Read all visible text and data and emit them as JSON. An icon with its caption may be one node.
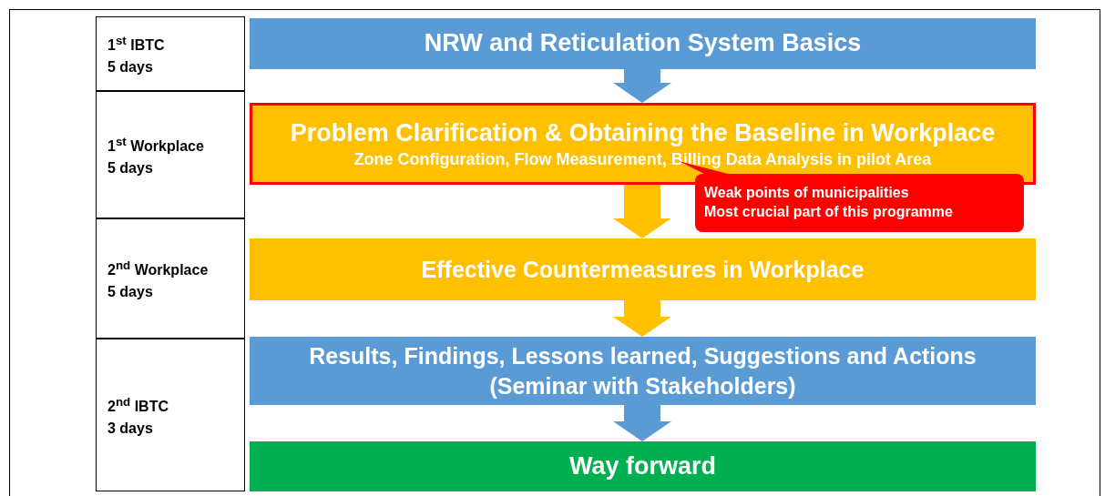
{
  "diagram": {
    "nodes": [
      {
        "text": [
          "1$^{st}$ IBTC",
          "5 days"
        ]
      },
      {
        "text": [
          "NRW and Reticulation System Basics"
        ]
      },
      {
        "text": [
          "1$^{st}$ Workplace",
          "5 days"
        ]
      },
      {
        "text": [
          "Problem Clarification & Obtaining the Baseline in Workplace",
          "Zone Configuration, Flow Measurement, Billing Data Analysis in pilot Area"
        ]
      },
      {
        "text": [
          "Weak points of municipalities",
          "Most crucial part of this programme"
        ]
      },
      {
        "text": [
          "2$^{nd}$ Workplace",
          "5 days"
        ]
      },
      {
        "text": [
          "Effective Countermeasures in Workplace"
        ]
      },
      {
        "text": [
          "2$^{nd}$ IBTC",
          "3 days"
        ]
      },
      {
        "text": [
          "Results, Findings, Lessons learned, Suggestions and Actions (Seminar with Stakeholders)"
        ]
      },
      {
        "text": [
          "Way forward"
        ]
      }
    ],
    "edges": [
      {
        "from": 1,
        "to": 3,
        "arrow": "to",
        "color": "#5b9bd5"
      },
      {
        "from": 3,
        "to": 6,
        "arrow": "to",
        "color": "#ffc000"
      },
      {
        "from": 6,
        "to": 8,
        "arrow": "to",
        "color": "#ffc000"
      },
      {
        "from": 8,
        "to": 9,
        "arrow": "to",
        "color": "#5b9bd5"
      },
      {
        "from": 4,
        "to": 3,
        "arrow": "none",
        "color": "#ff0000"
      }
    ]
  }
}
